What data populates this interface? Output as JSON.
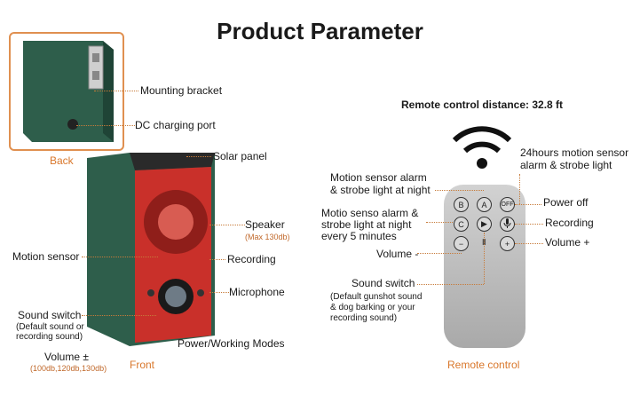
{
  "title": "Product Parameter",
  "back": {
    "label": "Back",
    "mounting_bracket": "Mounting bracket",
    "dc_charging_port": "DC charging port"
  },
  "front": {
    "label": "Front",
    "solar_panel": "Solar panel",
    "speaker": "Speaker",
    "speaker_note": "(Max 130db)",
    "recording": "Recording",
    "motion_sensor": "Motion sensor",
    "microphone": "Microphone",
    "sound_switch": "Sound switch",
    "sound_switch_note_1": "(Default sound or",
    "sound_switch_note_2": "recording sound)",
    "power_modes": "Power/Working Modes",
    "volume": "Volume ±",
    "volume_note": "(100db,120db,130db)"
  },
  "remote": {
    "distance": "Remote control distance: 32.8 ft",
    "label": "Remote control",
    "motion_24h_1": "24hours motion sensor",
    "motion_24h_2": "alarm & strobe light",
    "motion_night_1": "Motion sensor alarm",
    "motion_night_2": "& strobe light at night",
    "motio_5min_1": "Motio senso alarm &",
    "motio_5min_2": "strobe light at night",
    "motio_5min_3": "every 5 minutes",
    "power_off": "Power off",
    "recording": "Recording",
    "volume_plus": "Volume +",
    "volume_minus": "Volume -",
    "sound_switch": "Sound switch",
    "sound_switch_note_1": "(Default gunshot sound",
    "sound_switch_note_2": "& dog barking or your",
    "sound_switch_note_3": "recording sound)",
    "buttons": {
      "b": "B",
      "a": "A",
      "off": "OFF",
      "c": "C",
      "play": "▶",
      "mic": "🎙",
      "minus": "−",
      "plus": "+"
    }
  },
  "colors": {
    "accent": "#d9772b",
    "body_green": "#2e5e4b",
    "lens_red": "#e0443a"
  }
}
